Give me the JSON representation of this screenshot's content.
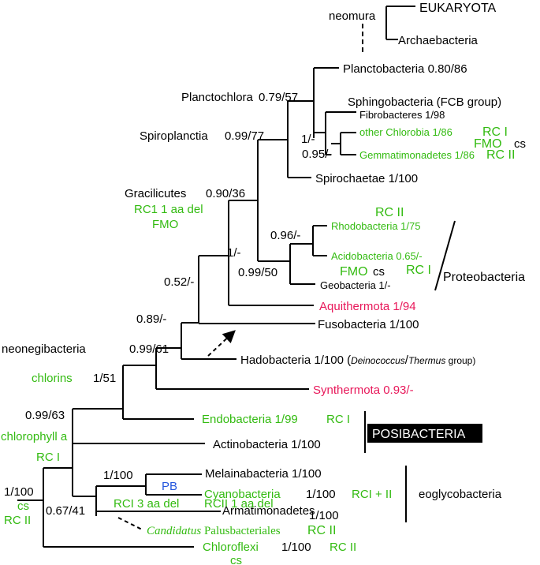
{
  "colors": {
    "green": "#33bb11",
    "pink": "#e8185a",
    "blue": "#2255dd",
    "black": "#000000"
  },
  "nodes": {
    "neomura": "neomura",
    "planctochlora": "Planctochlora",
    "planctochlora_support": "0.79/57",
    "spiroplanctia": "Spiroplanctia",
    "spiroplanctia_support": "0.99/77",
    "gracilicutes": "Gracilicutes",
    "gracilicutes_support": "0.90/36",
    "gracilicutes_note1": "RC1 1 aa del",
    "gracilicutes_note2": "FMO",
    "node_1dash_a": "1/-",
    "node_095": "0.95/-",
    "node_1dash_b": "1/-",
    "node_096": "0.96/-",
    "node_099_50": "0.99/50",
    "node_052": "0.52/-",
    "node_089": "0.89/-",
    "neonegibacteria": "neonegibacteria",
    "neonegibacteria_support": "0.99/61",
    "chlorins": "chlorins",
    "chlorins_support": "1/51",
    "node_099_63": "0.99/63",
    "chlorophyll_a": "chlorophyll a",
    "rc_i_root": "RC I",
    "node_1_100_pb": "1/100",
    "root_support": "1/100",
    "root_cs": "cs",
    "root_rc2": "RC II",
    "node_067": "0.67/41"
  },
  "taxa": {
    "eukaryota": "EUKARYOTA",
    "archaebacteria": "Archaebacteria",
    "planctobacteria": "Planctobacteria 0.80/86",
    "sphingobacteria": "Sphingobacteria (FCB group)",
    "fibrobacteres": "Fibrobacteres 1/98",
    "chlorobia": "other Chlorobia 1/86",
    "chlorobia_rc": "RC I",
    "fmo": "FMO",
    "fmo_cs": "cs",
    "gemmatimonadetes": "Gemmatimonadetes 1/86",
    "gemmatimonadetes_rc": "RC II",
    "spirochaetae": "Spirochaetae 1/100",
    "rhodo_rc": "RC II",
    "rhodobacteria": "Rhodobacteria 1/75",
    "acidobacteria": "Acidobacteria 0.65/-",
    "acido_fmo": "FMO",
    "acido_cs": "cs",
    "acido_rc": "RC I",
    "geobacteria": "Geobacteria 1/-",
    "proteobacteria": "Proteobacteria",
    "aquithermota": "Aquithermota 1/94",
    "fusobacteria": "Fusobacteria 1/100",
    "hadobacteria": "Hadobacteria 1/100 (",
    "hadobacteria_deino": "Deinococcus",
    "hadobacteria_sep": "/",
    "hadobacteria_thermus": "Thermus",
    "hadobacteria_group": " group)",
    "synthermota": "Synthermota 0.93/-",
    "endobacteria": "Endobacteria 1/99",
    "endobacteria_rc": "RC I",
    "actinobacteria": "Actinobacteria 1/100",
    "posibacteria": "POSIBACTERIA",
    "melainabacteria": "Melainabacteria 1/100",
    "pb": "PB",
    "cyanobacteria": "Cyanobacteria",
    "cyano_support": "1/100",
    "cyano_rc": "RCI + II",
    "eoglycobacteria": "eoglycobacteria",
    "rci3": "RCI 3 aa del",
    "rcii1": "RCII 1 aa del",
    "armatimonadetes": "Armatimonadetes",
    "armatimonadetes_support": "1/100",
    "palus_italic": "Candidatus",
    "palus_rest": " Palusbacteriales",
    "palus_rc": "RC II",
    "chloroflexi": "Chloroflexi",
    "chloroflexi_support": "1/100",
    "chloroflexi_rc": "RC II",
    "chloroflexi_cs": "cs"
  }
}
